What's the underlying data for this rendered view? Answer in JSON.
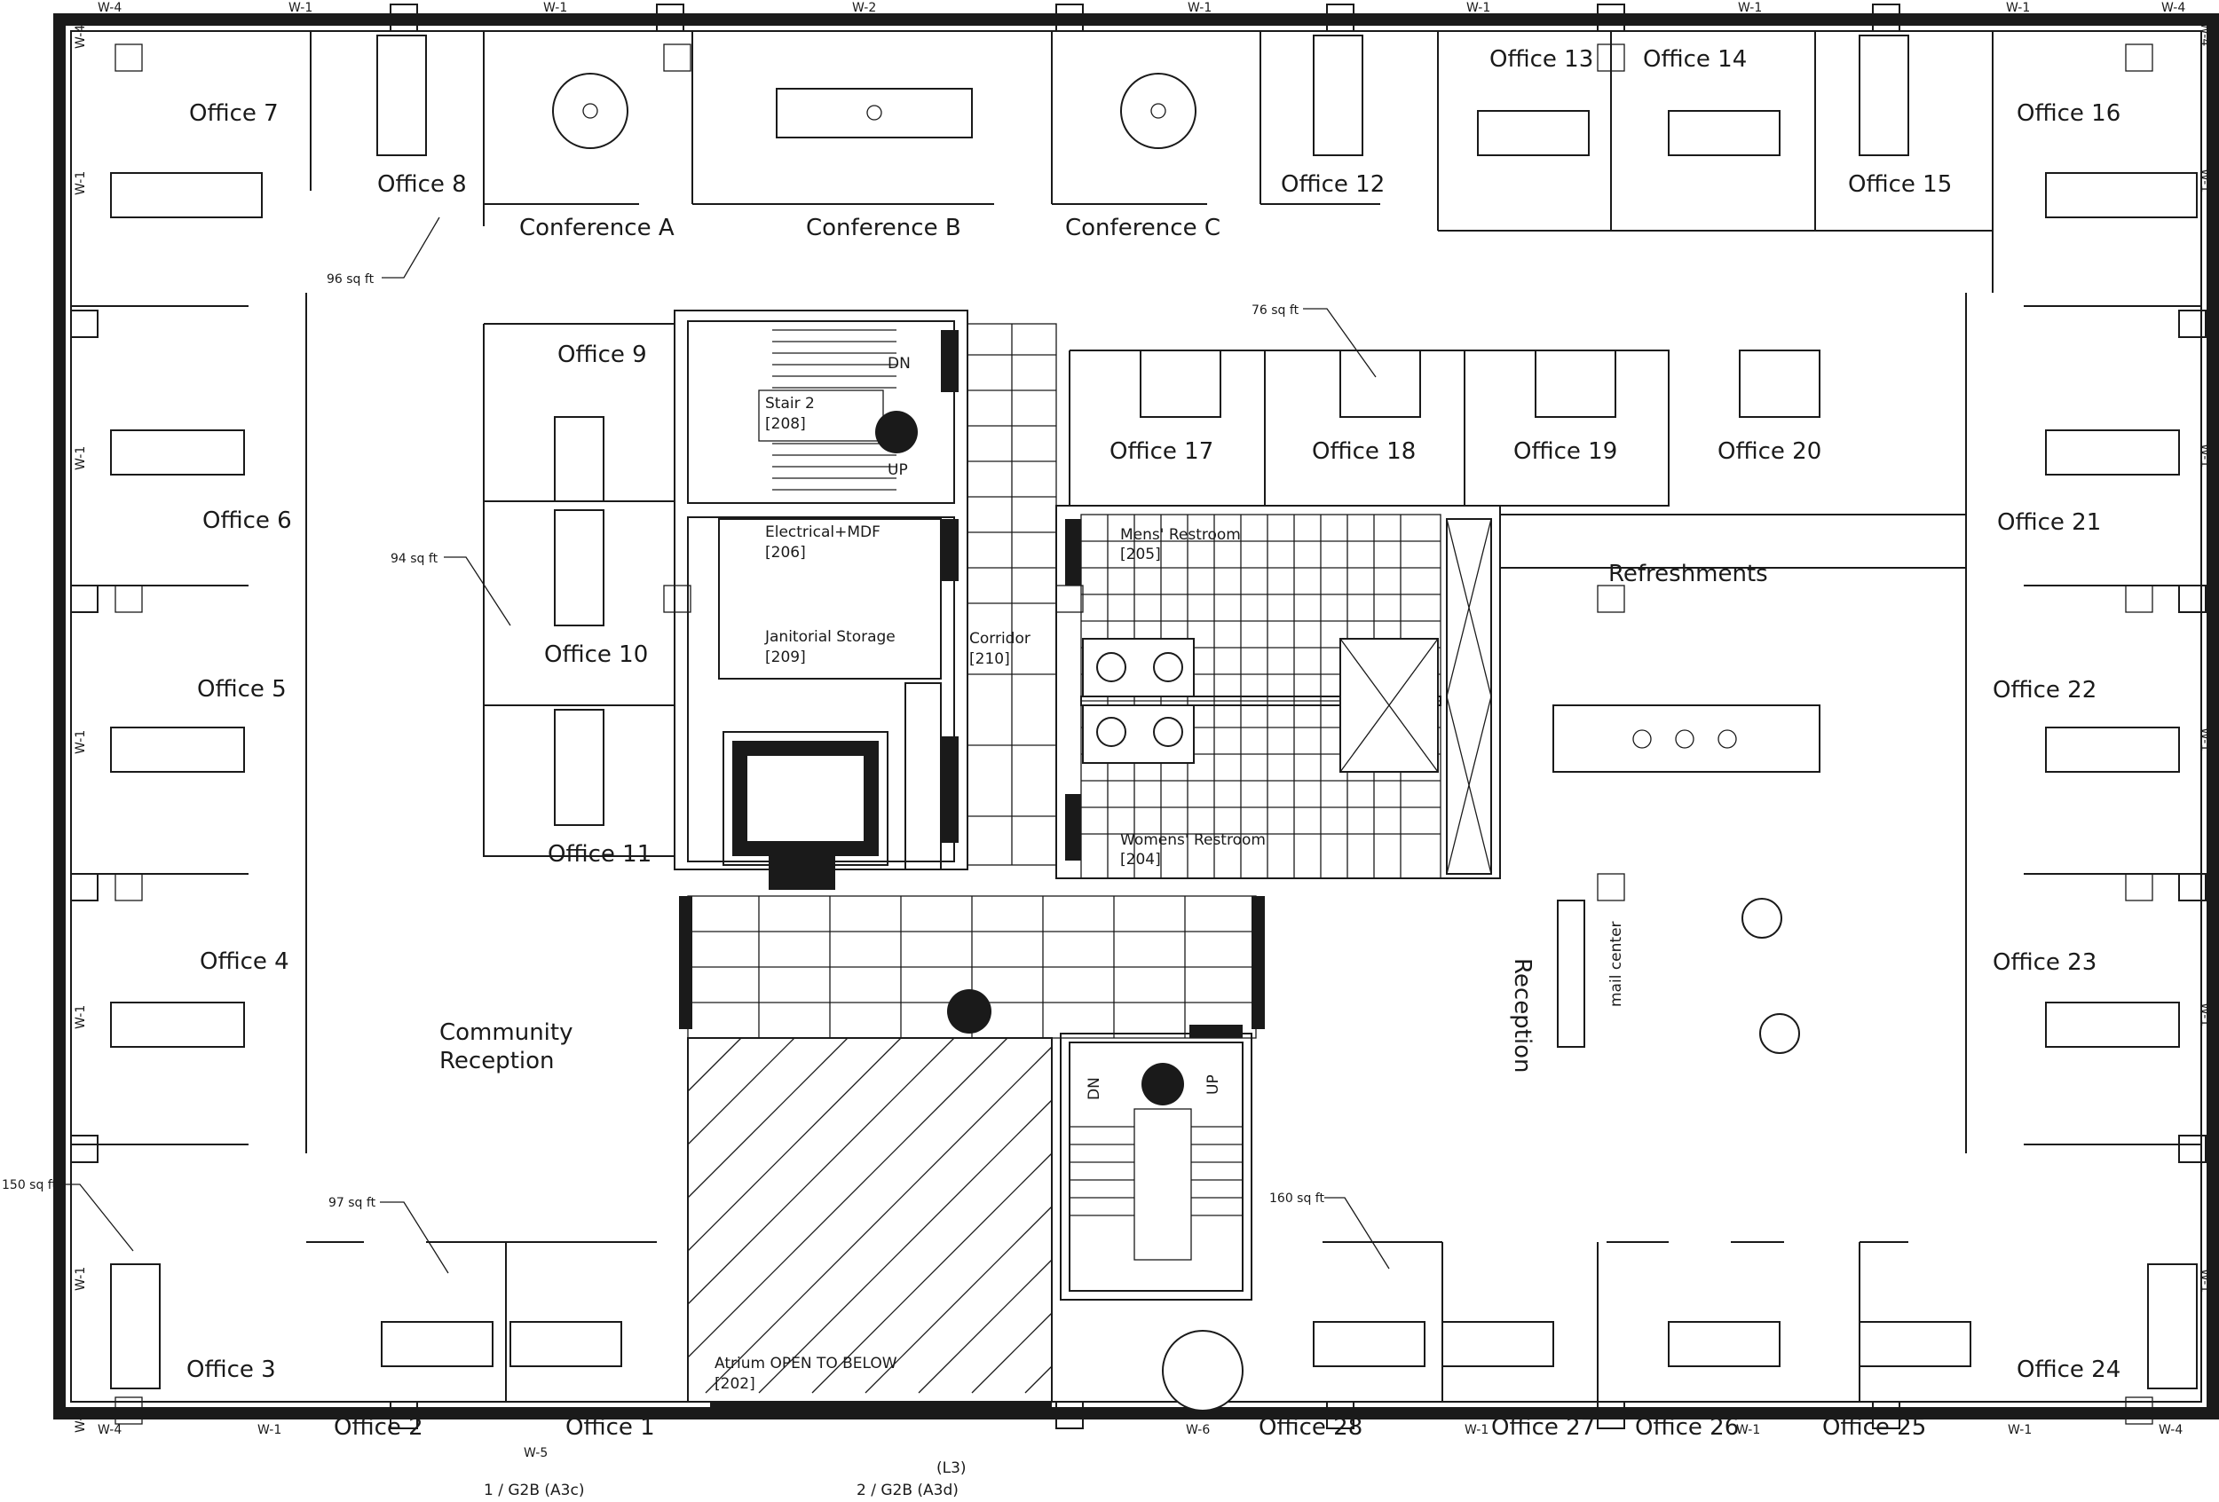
{
  "offices": [
    {
      "label": "Office 7"
    },
    {
      "label": "Office 8"
    },
    {
      "label": "Office 12"
    },
    {
      "label": "Office 13"
    },
    {
      "label": "Office 14"
    },
    {
      "label": "Office 15"
    },
    {
      "label": "Office 16"
    },
    {
      "label": "Office 9"
    },
    {
      "label": "Office 10"
    },
    {
      "label": "Office 11"
    },
    {
      "label": "Office 6"
    },
    {
      "label": "Office 5"
    },
    {
      "label": "Office 4"
    },
    {
      "label": "Office 3"
    },
    {
      "label": "Office 2"
    },
    {
      "label": "Office 1"
    },
    {
      "label": "Office 17"
    },
    {
      "label": "Office 18"
    },
    {
      "label": "Office 19"
    },
    {
      "label": "Office 20"
    },
    {
      "label": "Office 21"
    },
    {
      "label": "Office 22"
    },
    {
      "label": "Office 23"
    },
    {
      "label": "Office 24"
    },
    {
      "label": "Office 25"
    },
    {
      "label": "Office 26"
    },
    {
      "label": "Office 27"
    },
    {
      "label": "Office 28"
    }
  ],
  "conference": [
    "Conference A",
    "Conference B",
    "Conference C"
  ],
  "spaces": {
    "community_1": "Community",
    "community_2": "Reception",
    "refreshments": "Refreshments",
    "reception": "Reception",
    "mail": "mail center",
    "corridor": "Corridor",
    "corridor_num": "[210]",
    "stair2": "Stair 2",
    "stair2_num": "[208]",
    "dn": "DN",
    "up": "UP",
    "electrical": "Electrical+MDF",
    "electrical_num": "[206]",
    "janitorial": "Janitorial Storage",
    "janitorial_num": "[209]",
    "mens": "Mens' Restroom",
    "mens_num": "[205]",
    "womens": "Womens' Restroom",
    "womens_num": "[204]",
    "atrium": "Atrium OPEN TO BELOW",
    "atrium_num": "[202]"
  },
  "areas": [
    "96 sq ft",
    "94 sq ft",
    "76 sq ft",
    "150 sq ft",
    "97 sq ft",
    "160 sq ft"
  ],
  "wall_tags": {
    "w1": "W-1",
    "w2": "W-2",
    "w4": "W-4",
    "w5": "W-5",
    "w6": "W-6"
  },
  "references": [
    "1 / G2B (A3c)",
    "2 / G2B (A3d)",
    "(L3)"
  ]
}
